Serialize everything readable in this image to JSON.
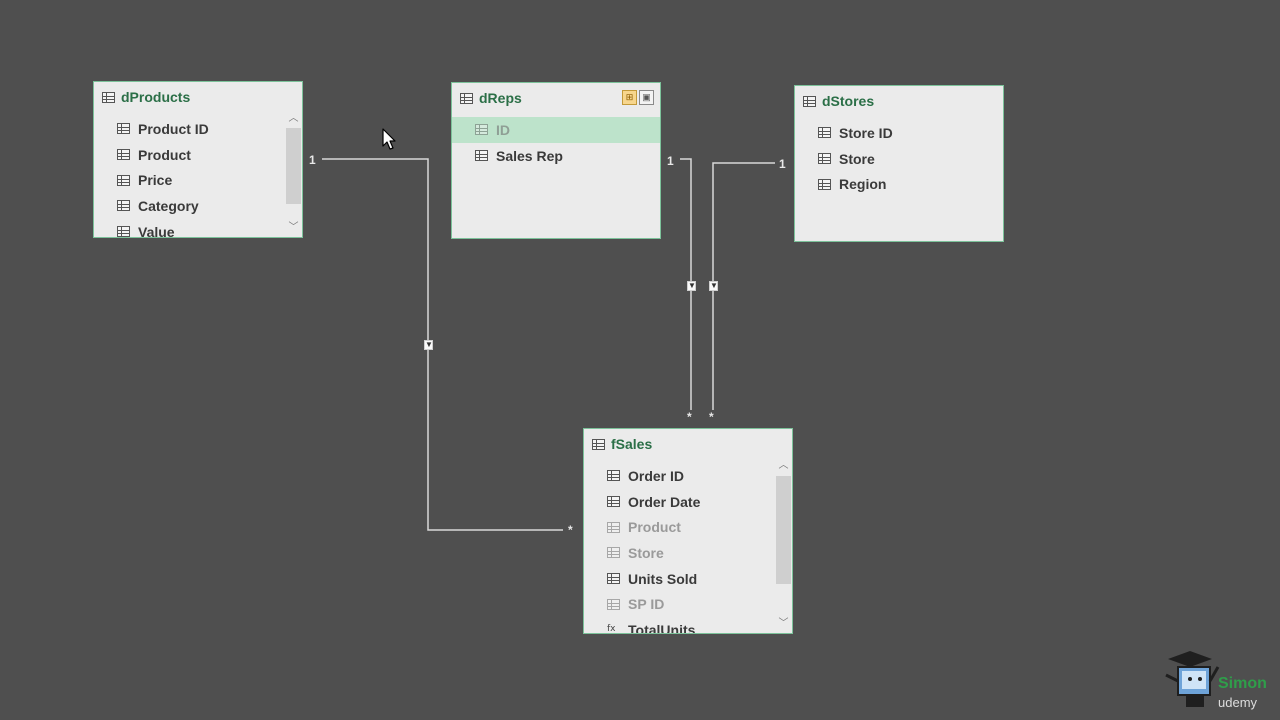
{
  "tables": {
    "dProducts": {
      "title": "dProducts",
      "fields": [
        "Product ID",
        "Product",
        "Price",
        "Category",
        "Value"
      ]
    },
    "dReps": {
      "title": "dReps",
      "fields": [
        "ID",
        "Sales Rep"
      ]
    },
    "dStores": {
      "title": "dStores",
      "fields": [
        "Store ID",
        "Store",
        "Region"
      ]
    },
    "fSales": {
      "title": "fSales",
      "fields": [
        "Order ID",
        "Order Date",
        "Product",
        "Store",
        "Units Sold",
        "SP ID",
        "TotalUnits"
      ]
    }
  },
  "relationships": {
    "products_sales": {
      "one": "1",
      "many": "*"
    },
    "reps_sales": {
      "one": "1",
      "many": "*"
    },
    "stores_sales": {
      "one": "1",
      "many": "*"
    }
  },
  "icons": {
    "table": "table-grid-icon",
    "field": "column-grid-icon",
    "measure": "calculated-field-icon",
    "scroll_up": "chevron-up-icon",
    "scroll_down": "chevron-down-icon",
    "filter": "filter-direction-arrow-icon",
    "cursor": "mouse-pointer-icon"
  },
  "colors": {
    "canvas_bg": "#4f4f4f",
    "card_bg": "#ebebeb",
    "card_border": "#7cc29a",
    "title_text": "#2b6f47",
    "selected_row": "#bde3cb",
    "relationship_line": "#d9d9d9"
  },
  "watermark": {
    "brand": "Simon",
    "platform": "udemy"
  }
}
